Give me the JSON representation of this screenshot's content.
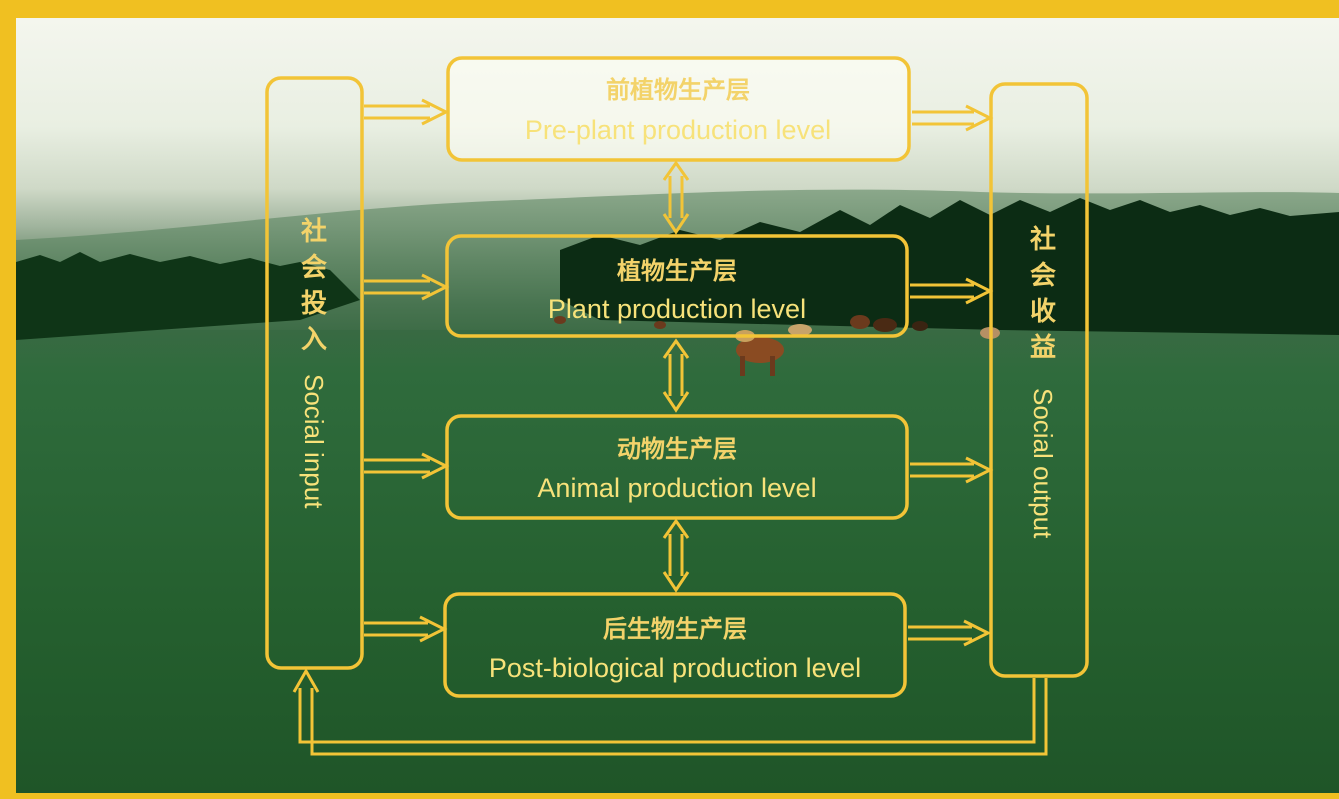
{
  "colors": {
    "frame": "#f0c021",
    "line": "#f2c437",
    "text": "#f7e27a"
  },
  "levels": [
    {
      "zh": "前植物生产层",
      "en": "Pre-plant production level"
    },
    {
      "zh": "植物生产层",
      "en": "Plant production level"
    },
    {
      "zh": "动物生产层",
      "en": "Animal production level"
    },
    {
      "zh": "后生物生产层",
      "en": "Post-biological production level"
    }
  ],
  "social_input": {
    "zh": [
      "社",
      "会",
      "投",
      "入"
    ],
    "en": "Social input"
  },
  "social_output": {
    "zh": [
      "社",
      "会",
      "收",
      "益"
    ],
    "en": "Social output"
  }
}
